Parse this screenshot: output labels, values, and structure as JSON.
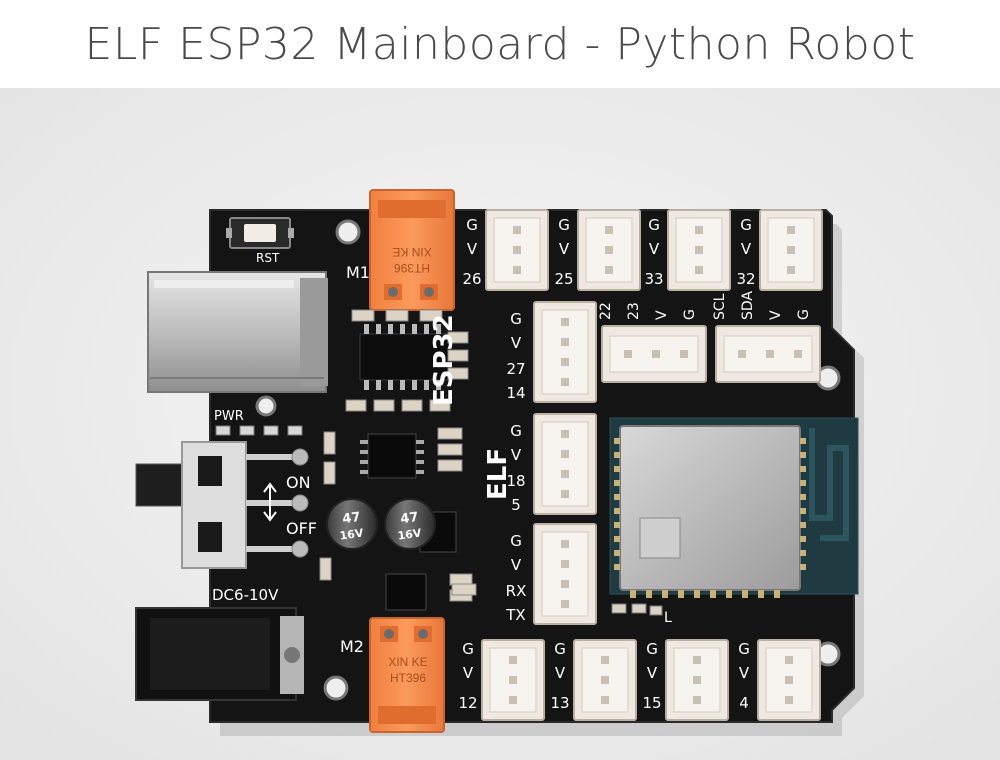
{
  "page": {
    "title": "ELF ESP32 Mainboard - Python Robot"
  },
  "board": {
    "brand": "ELF",
    "model": "ESP32",
    "labels": {
      "rst": "RST",
      "m1": "M1",
      "m2": "M2",
      "pwr": "PWR",
      "on": "ON",
      "off": "OFF",
      "dc": "DC6-10V",
      "led": "L",
      "terminal_text": "XIN KE",
      "terminal_code": "HT396",
      "cap_value": "47",
      "cap_voltage": "16V"
    },
    "top_headers": [
      {
        "pins": [
          "G",
          "V",
          "26"
        ]
      },
      {
        "pins": [
          "G",
          "V",
          "25"
        ]
      },
      {
        "pins": [
          "G",
          "V",
          "33"
        ]
      },
      {
        "pins": [
          "G",
          "V",
          "32"
        ]
      }
    ],
    "bottom_headers": [
      {
        "pins": [
          "G",
          "V",
          "12"
        ]
      },
      {
        "pins": [
          "G",
          "V",
          "13"
        ]
      },
      {
        "pins": [
          "G",
          "V",
          "15"
        ]
      },
      {
        "pins": [
          "G",
          "V",
          "4"
        ]
      }
    ],
    "side_headers": [
      {
        "pins": [
          "G",
          "V",
          "27",
          "14"
        ]
      },
      {
        "pins": [
          "G",
          "V",
          "18",
          "5"
        ]
      },
      {
        "pins": [
          "G",
          "V",
          "RX",
          "TX"
        ]
      }
    ],
    "mid_headers": [
      {
        "pins": [
          "22",
          "23",
          "V",
          "G"
        ]
      },
      {
        "pins": [
          "SCL",
          "SDA",
          "V",
          "G"
        ]
      }
    ]
  },
  "colors": {
    "pcb": "#141414",
    "silkscreen": "#ffffff",
    "terminal": "#f58b4c",
    "connector": "#efe9e2",
    "background": "#eeeeee"
  }
}
